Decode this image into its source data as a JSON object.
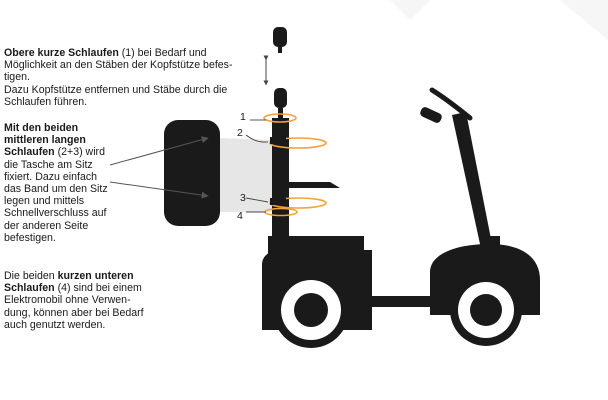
{
  "paragraph1": {
    "bold": "Obere kurze Schlaufen",
    "line1_rest": " (1) bei Bedarf und",
    "line2": "Möglichkeit an den Stäben der Kopfstütze befes-",
    "line3": "tigen.",
    "line4": "Dazu Kopfstütze entfernen und Stäbe durch die",
    "line5": "Schlaufen führen."
  },
  "paragraph2": {
    "bold1": "Mit den beiden",
    "bold2": "mittleren langen",
    "bold3": "Schlaufen",
    "line3_rest": " (2+3) wird",
    "line4": "die Tasche am Sitz",
    "line5": "fixiert. Dazu einfach",
    "line6": "das Band um den Sitz",
    "line7": "legen und mittels",
    "line8": "Schnellverschluss auf",
    "line9": "der anderen Seite",
    "line10": "befestigen."
  },
  "paragraph3": {
    "line1_pre": "Die beiden ",
    "bold1": "kurzen unteren",
    "bold2": "Schlaufen",
    "line2_rest": " (4) sind bei einem",
    "line3": "Elektromobil ohne Verwen-",
    "line4": "dung, können aber bei Bedarf",
    "line5": "auch genutzt werden."
  },
  "labels": {
    "n1": "1",
    "n2": "2",
    "n3": "3",
    "n4": "4"
  },
  "colors": {
    "strap": "#f2a23a",
    "ink": "#1a1a1a",
    "bag_side": "#e6e6e6"
  }
}
